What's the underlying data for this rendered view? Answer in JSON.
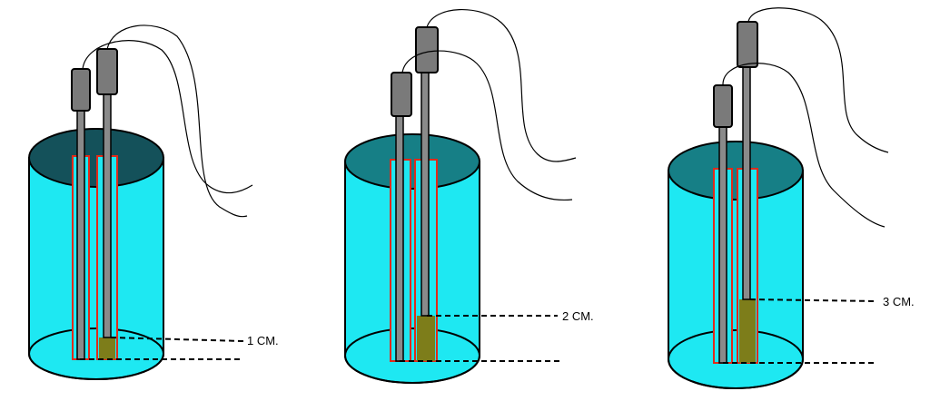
{
  "diagram": {
    "colors": {
      "liquid": "#1ee8f2",
      "liquid_top_dark": "#14515a",
      "liquid_top_mid": "#167f86",
      "tube_outline": "#e02a1a",
      "rod": "#8a8a8a",
      "handle": "#7a7a7a",
      "sample": "#7d7d1a",
      "outline": "#000000"
    },
    "setups": [
      {
        "label": "1 CM.",
        "depth_cm": 1
      },
      {
        "label": "2 CM.",
        "depth_cm": 2
      },
      {
        "label": "3 CM.",
        "depth_cm": 3
      }
    ]
  }
}
